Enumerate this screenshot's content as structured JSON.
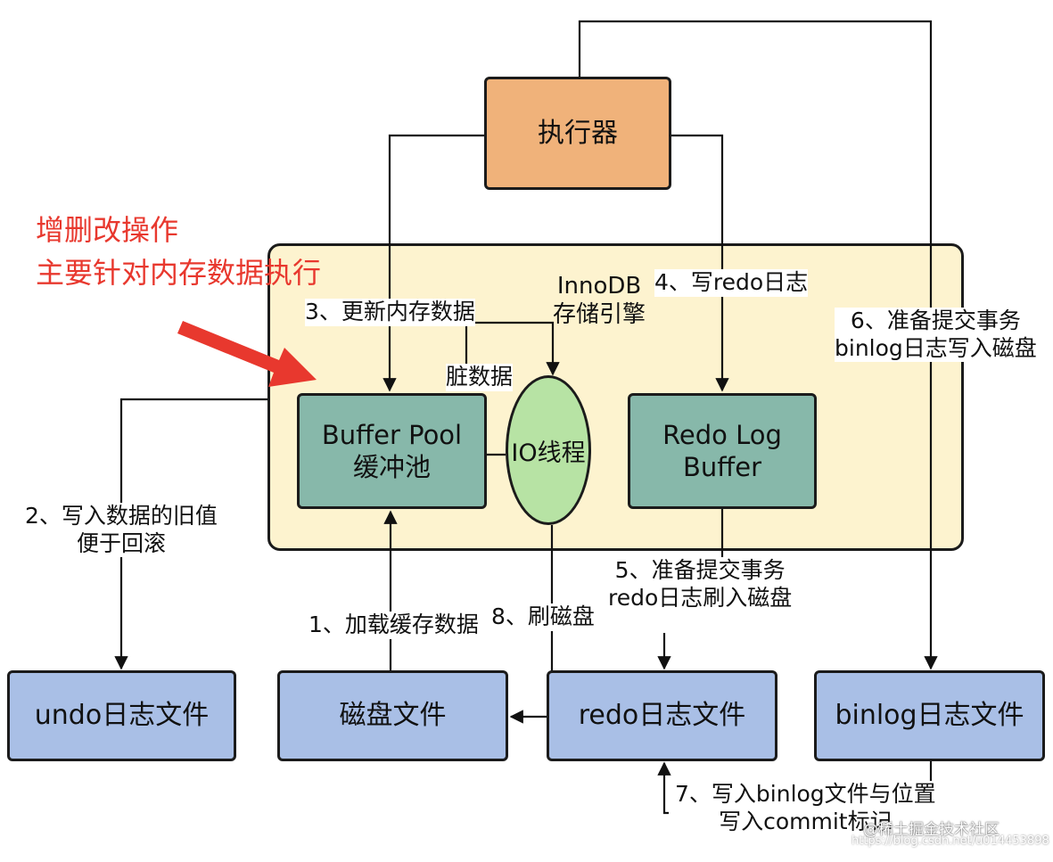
{
  "nodes": {
    "executor": "执行器",
    "engine": "InnoDB\n存储引擎",
    "buffer_pool": "Buffer Pool\n缓冲池",
    "io_thread": "IO线程",
    "redo_log_buffer": "Redo Log\nBuffer",
    "undo_file": "undo日志文件",
    "disk_file": "磁盘文件",
    "redo_file": "redo日志文件",
    "binlog_file": "binlog日志文件"
  },
  "annotation": "增删改操作\n主要针对内存数据执行",
  "steps": {
    "s1": "1、加载缓存数据",
    "s2": "2、写入数据的旧值\n便于回滚",
    "s3": "3、更新内存数据",
    "dirty": "脏数据",
    "s4": "4、写redo日志",
    "s5": "5、准备提交事务\nredo日志刷入磁盘",
    "s6": "6、准备提交事务\nbinlog日志写入磁盘",
    "s7": "7、写入binlog文件与位置\n写入commit标记",
    "s8": "8、刷磁盘"
  },
  "watermark": {
    "brand": "@稀土掘金技术社区",
    "url": "https://blog.csdn.net/u014453898"
  },
  "colors": {
    "executor": "#f0b27a",
    "engine": "#fdf3cf",
    "memory_box": "#87b8aa",
    "io_thread": "#b7e3a4",
    "file_box": "#a9bfe6",
    "annotation": "#e8382e"
  }
}
